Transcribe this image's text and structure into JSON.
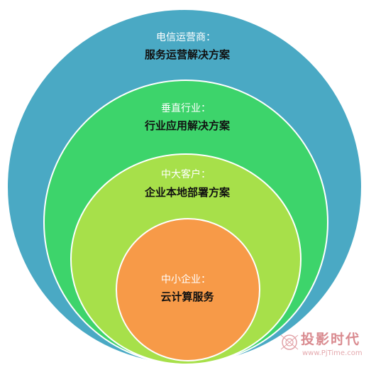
{
  "diagram": {
    "rings": [
      {
        "title": "电信运营商：",
        "desc": "服务运营解决方案",
        "color": "#4aa9c4"
      },
      {
        "title": "垂直行业：",
        "desc": "行业应用解决方案",
        "color": "#3dd46b"
      },
      {
        "title": "中大客户：",
        "desc": "企业本地部署方案",
        "color": "#a7e04a"
      },
      {
        "title": "中小企业：",
        "desc": "云计算服务",
        "color": "#f79a48"
      }
    ]
  },
  "watermark": {
    "logo": "投影时代",
    "url": "www.PjTime.com"
  }
}
